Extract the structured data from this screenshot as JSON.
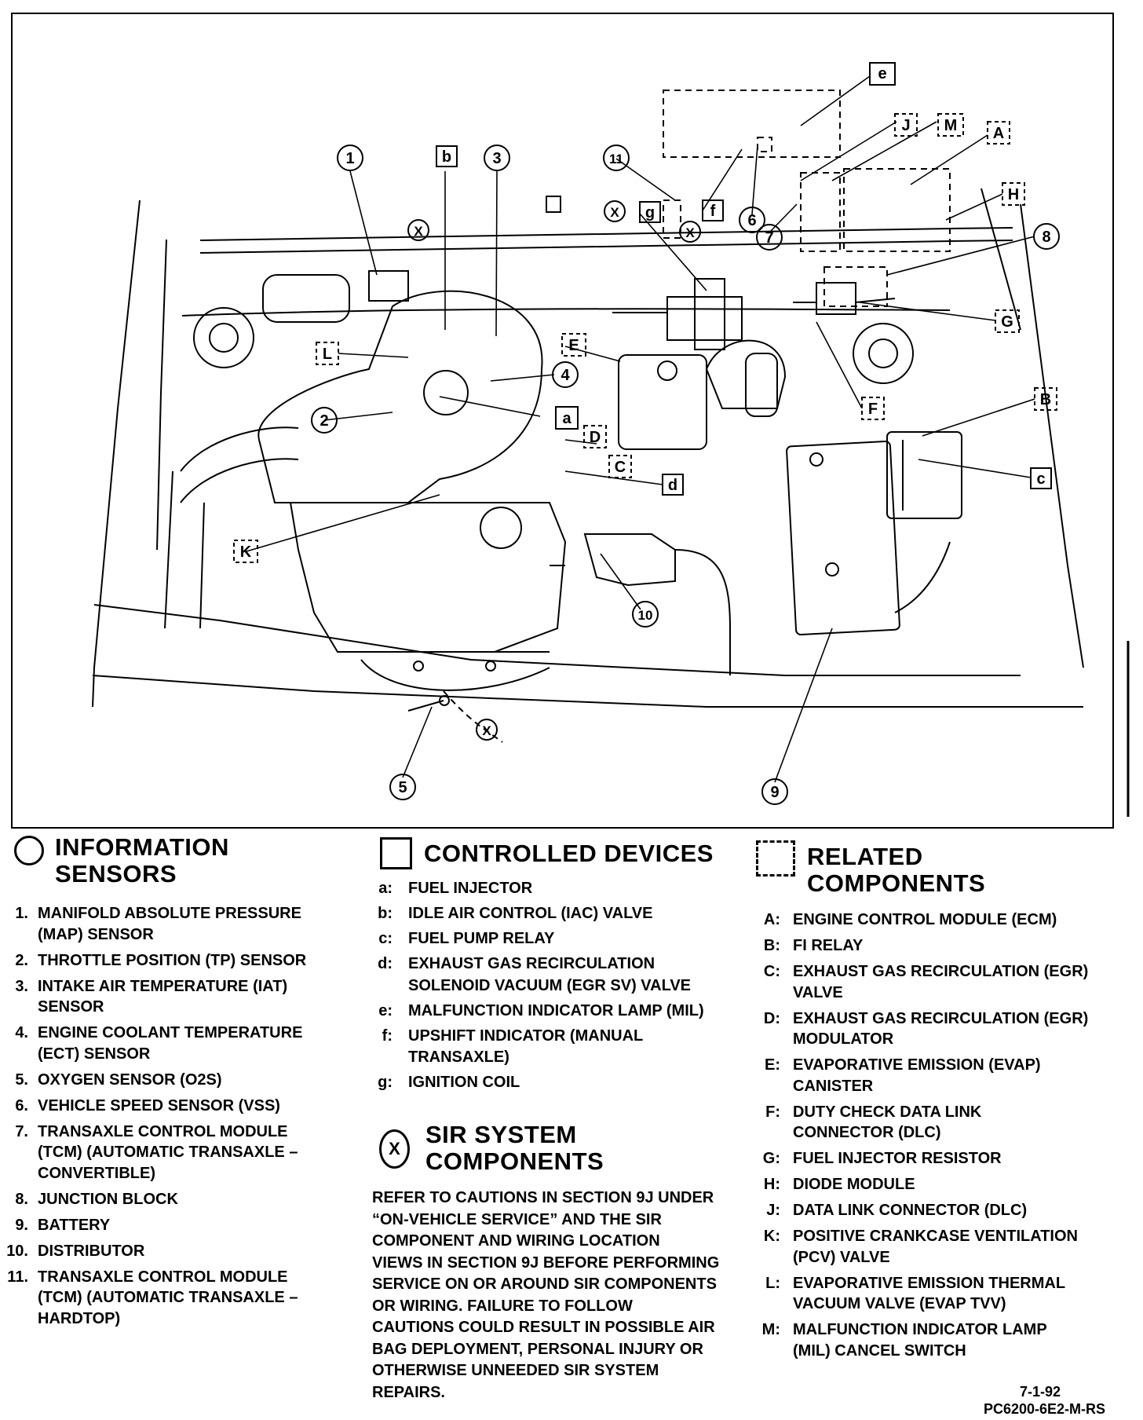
{
  "diagram": {
    "labels": {
      "n1": "1",
      "n2": "2",
      "n3": "3",
      "n4": "4",
      "n5": "5",
      "n6": "6",
      "n7": "7",
      "n8": "8",
      "n9": "9",
      "n10": "10",
      "n11": "11",
      "a": "a",
      "b": "b",
      "c": "c",
      "d": "d",
      "e": "e",
      "f": "f",
      "g": "g",
      "A": "A",
      "B": "B",
      "C": "C",
      "D": "D",
      "E": "E",
      "F": "F",
      "G": "G",
      "H": "H",
      "J": "J",
      "K": "K",
      "L": "L",
      "M": "M",
      "X": "X"
    }
  },
  "legend": {
    "sensors": {
      "title": "INFORMATION\nSENSORS",
      "items": [
        {
          "key": "1.",
          "text": "MANIFOLD ABSOLUTE PRESSURE\n(MAP) SENSOR"
        },
        {
          "key": "2.",
          "text": "THROTTLE POSITION (TP) SENSOR"
        },
        {
          "key": "3.",
          "text": "INTAKE AIR TEMPERATURE (IAT)\nSENSOR"
        },
        {
          "key": "4.",
          "text": "ENGINE COOLANT TEMPERATURE\n(ECT) SENSOR"
        },
        {
          "key": "5.",
          "text": "OXYGEN SENSOR (O2S)"
        },
        {
          "key": "6.",
          "text": "VEHICLE SPEED SENSOR (VSS)"
        },
        {
          "key": "7.",
          "text": "TRANSAXLE CONTROL MODULE\n(TCM) (AUTOMATIC TRANSAXLE –\nCONVERTIBLE)"
        },
        {
          "key": "8.",
          "text": "JUNCTION BLOCK"
        },
        {
          "key": "9.",
          "text": "BATTERY"
        },
        {
          "key": "10.",
          "text": "DISTRIBUTOR"
        },
        {
          "key": "11.",
          "text": "TRANSAXLE CONTROL MODULE\n(TCM) (AUTOMATIC TRANSAXLE –\nHARDTOP)"
        }
      ]
    },
    "devices": {
      "title": "CONTROLLED DEVICES",
      "items": [
        {
          "key": "a:",
          "text": "FUEL INJECTOR"
        },
        {
          "key": "b:",
          "text": "IDLE AIR CONTROL (IAC) VALVE"
        },
        {
          "key": "c:",
          "text": "FUEL PUMP RELAY"
        },
        {
          "key": "d:",
          "text": "EXHAUST GAS RECIRCULATION\nSOLENOID VACUUM (EGR SV) VALVE"
        },
        {
          "key": "e:",
          "text": "MALFUNCTION INDICATOR LAMP (MIL)"
        },
        {
          "key": "f:",
          "text": "UPSHIFT INDICATOR (MANUAL\nTRANSAXLE)"
        },
        {
          "key": "g:",
          "text": "IGNITION COIL"
        }
      ]
    },
    "sir": {
      "symbol": "X",
      "title": "SIR SYSTEM\nCOMPONENTS",
      "body": "REFER TO CAUTIONS IN SECTION 9J UNDER\n“ON-VEHICLE SERVICE” AND THE SIR\nCOMPONENT AND WIRING LOCATION\nVIEWS IN SECTION 9J BEFORE PERFORMING\nSERVICE ON OR AROUND SIR COMPONENTS\nOR WIRING. FAILURE TO FOLLOW\nCAUTIONS COULD RESULT IN POSSIBLE AIR\nBAG DEPLOYMENT, PERSONAL INJURY OR\nOTHERWISE UNNEEDED SIR SYSTEM\nREPAIRS."
    },
    "related": {
      "title": "RELATED\nCOMPONENTS",
      "items": [
        {
          "key": "A:",
          "text": "ENGINE CONTROL MODULE (ECM)"
        },
        {
          "key": "B:",
          "text": "FI RELAY"
        },
        {
          "key": "C:",
          "text": "EXHAUST GAS RECIRCULATION (EGR)\nVALVE"
        },
        {
          "key": "D:",
          "text": "EXHAUST GAS RECIRCULATION (EGR)\nMODULATOR"
        },
        {
          "key": "E:",
          "text": "EVAPORATIVE EMISSION (EVAP)\nCANISTER"
        },
        {
          "key": "F:",
          "text": "DUTY CHECK DATA LINK\nCONNECTOR (DLC)"
        },
        {
          "key": "G:",
          "text": "FUEL INJECTOR RESISTOR"
        },
        {
          "key": "H:",
          "text": "DIODE MODULE"
        },
        {
          "key": "J:",
          "text": "DATA LINK CONNECTOR (DLC)"
        },
        {
          "key": "K:",
          "text": "POSITIVE CRANKCASE VENTILATION\n(PCV) VALVE"
        },
        {
          "key": "L:",
          "text": "EVAPORATIVE EMISSION THERMAL\nVACUUM VALVE (EVAP TVV)"
        },
        {
          "key": "M:",
          "text": "MALFUNCTION INDICATOR LAMP\n(MIL) CANCEL SWITCH"
        }
      ]
    }
  },
  "footer": {
    "date": "7-1-92",
    "code": "PC6200-6E2-M-RS"
  }
}
